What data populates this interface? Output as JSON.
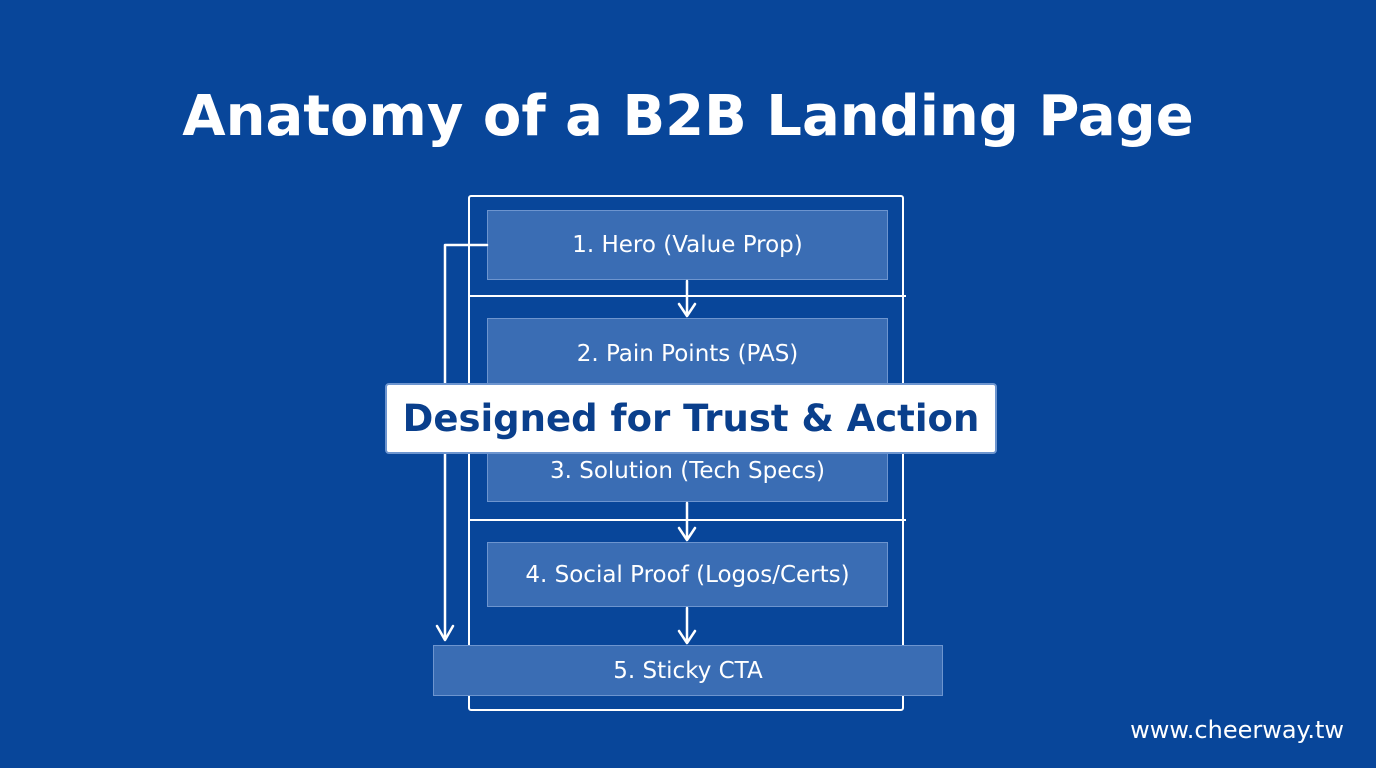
{
  "title": "Anatomy of a B2B Landing Page",
  "steps": [
    {
      "label": "1. Hero (Value Prop)"
    },
    {
      "label": "2. Pain Points (PAS)"
    },
    {
      "label": "3. Solution (Tech Specs)"
    },
    {
      "label": "4. Social Proof (Logos/Certs)"
    },
    {
      "label": "5. Sticky CTA"
    }
  ],
  "overlay_label": "Designed for Trust & Action",
  "watermark": "www.cheerway.tw",
  "colors": {
    "background": "#08469a",
    "step_fill": "#3a6db4",
    "step_border": "#6d95cf",
    "line": "#ffffff",
    "overlay_text": "#0a3f8c"
  }
}
